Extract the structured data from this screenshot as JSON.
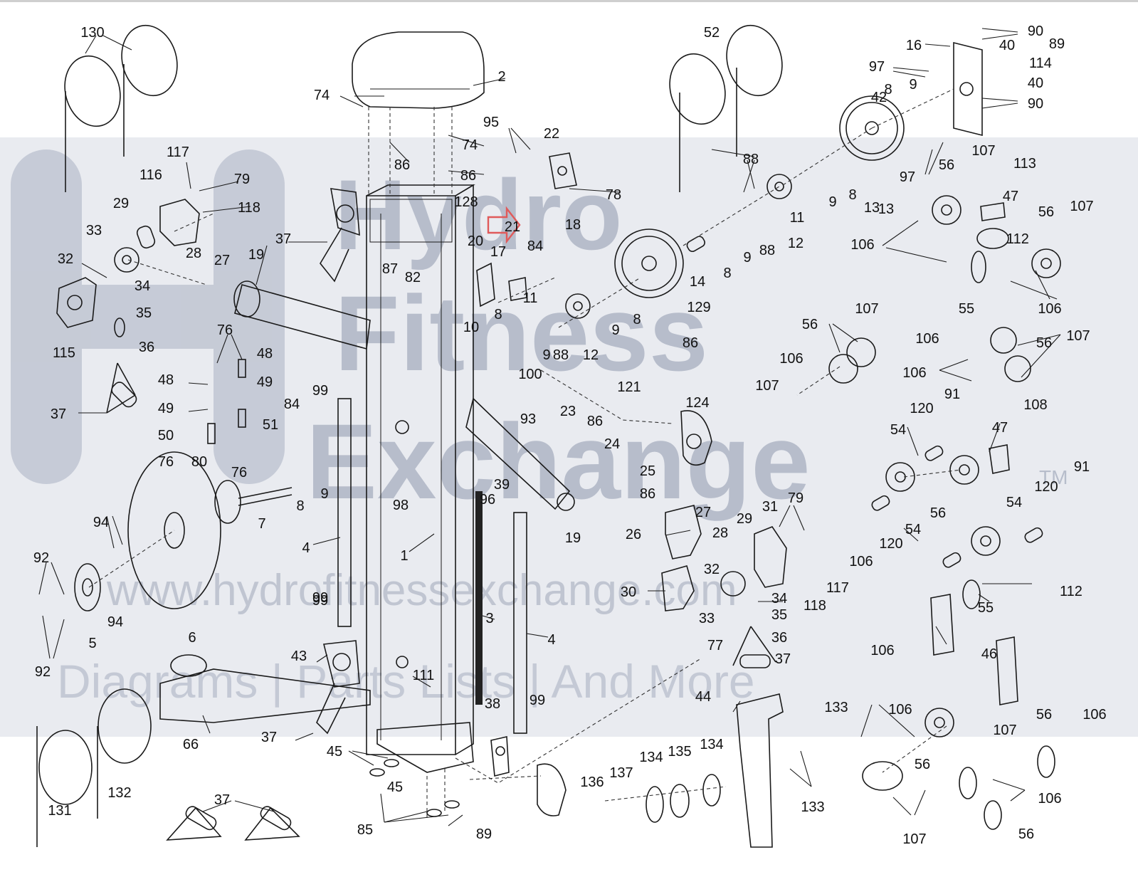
{
  "colors": {
    "line": "#1a1a1a",
    "watermark_band": "#d7dbe4",
    "watermark_text": "#8f98ad",
    "highlight_arrow": "#e05a5a"
  },
  "watermark": {
    "brand_line_1": "Hydro",
    "brand_line_2": "Fitness",
    "brand_line_3": "Exchange",
    "trademark": "TM",
    "url": "www.hydrofitnessexchange.com",
    "tagline": "Diagrams | Parts Lists | And More"
  },
  "highlight": {
    "icon": "right-arrow-outline-icon",
    "target_part": "21"
  },
  "labels": [
    {
      "id": "l1",
      "text": "130"
    },
    {
      "id": "l2",
      "text": "2"
    },
    {
      "id": "l3",
      "text": "74"
    },
    {
      "id": "l4",
      "text": "74"
    },
    {
      "id": "l5",
      "text": "86"
    },
    {
      "id": "l6",
      "text": "86"
    },
    {
      "id": "l7",
      "text": "95"
    },
    {
      "id": "l8",
      "text": "22"
    },
    {
      "id": "l9",
      "text": "78"
    },
    {
      "id": "l10",
      "text": "128"
    },
    {
      "id": "l11",
      "text": "21"
    },
    {
      "id": "l12",
      "text": "18"
    },
    {
      "id": "l13",
      "text": "20"
    },
    {
      "id": "l14",
      "text": "17"
    },
    {
      "id": "l15",
      "text": "84"
    },
    {
      "id": "l16",
      "text": "11"
    },
    {
      "id": "l17",
      "text": "117"
    },
    {
      "id": "l18",
      "text": "116"
    },
    {
      "id": "l19",
      "text": "79"
    },
    {
      "id": "l20",
      "text": "118"
    },
    {
      "id": "l21",
      "text": "29"
    },
    {
      "id": "l22",
      "text": "33"
    },
    {
      "id": "l23",
      "text": "28"
    },
    {
      "id": "l24",
      "text": "27"
    },
    {
      "id": "l25",
      "text": "32"
    },
    {
      "id": "l26",
      "text": "19"
    },
    {
      "id": "l27",
      "text": "37"
    },
    {
      "id": "l28",
      "text": "34"
    },
    {
      "id": "l29",
      "text": "35"
    },
    {
      "id": "l30",
      "text": "36"
    },
    {
      "id": "l31",
      "text": "115"
    },
    {
      "id": "l32",
      "text": "87"
    },
    {
      "id": "l33",
      "text": "82"
    },
    {
      "id": "l34",
      "text": "8"
    },
    {
      "id": "l35",
      "text": "10"
    },
    {
      "id": "l36",
      "text": "9"
    },
    {
      "id": "l37",
      "text": "88"
    },
    {
      "id": "l38",
      "text": "12"
    },
    {
      "id": "l39",
      "text": "76"
    },
    {
      "id": "l40",
      "text": "48"
    },
    {
      "id": "l41",
      "text": "48"
    },
    {
      "id": "l42",
      "text": "49"
    },
    {
      "id": "l43",
      "text": "49"
    },
    {
      "id": "l44",
      "text": "84"
    },
    {
      "id": "l45",
      "text": "51"
    },
    {
      "id": "l46",
      "text": "50"
    },
    {
      "id": "l47",
      "text": "76"
    },
    {
      "id": "l48",
      "text": "80"
    },
    {
      "id": "l49",
      "text": "76"
    },
    {
      "id": "l50",
      "text": "37"
    },
    {
      "id": "l51",
      "text": "99"
    },
    {
      "id": "l52",
      "text": "100"
    },
    {
      "id": "l53",
      "text": "93"
    },
    {
      "id": "l54",
      "text": "23"
    },
    {
      "id": "l55",
      "text": "86"
    },
    {
      "id": "l56",
      "text": "24"
    },
    {
      "id": "l57",
      "text": "25"
    },
    {
      "id": "l58",
      "text": "86"
    },
    {
      "id": "l59",
      "text": "98"
    },
    {
      "id": "l60",
      "text": "39"
    },
    {
      "id": "l61",
      "text": "96"
    },
    {
      "id": "l62",
      "text": "19"
    },
    {
      "id": "l63",
      "text": "8"
    },
    {
      "id": "l64",
      "text": "9"
    },
    {
      "id": "l65",
      "text": "7"
    },
    {
      "id": "l66",
      "text": "94"
    },
    {
      "id": "l67",
      "text": "94"
    },
    {
      "id": "l68",
      "text": "92"
    },
    {
      "id": "l69",
      "text": "92"
    },
    {
      "id": "l70",
      "text": "5"
    },
    {
      "id": "l71",
      "text": "6"
    },
    {
      "id": "l72",
      "text": "4"
    },
    {
      "id": "l73",
      "text": "1"
    },
    {
      "id": "l74",
      "text": "99"
    },
    {
      "id": "l75",
      "text": "3"
    },
    {
      "id": "l76",
      "text": "4"
    },
    {
      "id": "l77",
      "text": "99"
    },
    {
      "id": "l78",
      "text": "43"
    },
    {
      "id": "l79",
      "text": "111"
    },
    {
      "id": "l80",
      "text": "66"
    },
    {
      "id": "l81",
      "text": "37"
    },
    {
      "id": "l82",
      "text": "38"
    },
    {
      "id": "l83",
      "text": "99"
    },
    {
      "id": "l84",
      "text": "45"
    },
    {
      "id": "l85",
      "text": "45"
    },
    {
      "id": "l86",
      "text": "85"
    },
    {
      "id": "l87",
      "text": "89"
    },
    {
      "id": "l88",
      "text": "37"
    },
    {
      "id": "l89",
      "text": "131"
    },
    {
      "id": "l90",
      "text": "132"
    },
    {
      "id": "l91",
      "text": "52"
    },
    {
      "id": "l92",
      "text": "16"
    },
    {
      "id": "l93",
      "text": "90"
    },
    {
      "id": "l94",
      "text": "89"
    },
    {
      "id": "l95",
      "text": "40"
    },
    {
      "id": "l96",
      "text": "97"
    },
    {
      "id": "l97",
      "text": "114"
    },
    {
      "id": "l98",
      "text": "40"
    },
    {
      "id": "l99",
      "text": "42"
    },
    {
      "id": "l100",
      "text": "8"
    },
    {
      "id": "l101",
      "text": "9"
    },
    {
      "id": "l102",
      "text": "90"
    },
    {
      "id": "l103",
      "text": "97"
    },
    {
      "id": "l104",
      "text": "88"
    },
    {
      "id": "l105",
      "text": "11"
    },
    {
      "id": "l106",
      "text": "9"
    },
    {
      "id": "l107",
      "text": "8"
    },
    {
      "id": "l108",
      "text": "13"
    },
    {
      "id": "l109",
      "text": "13"
    },
    {
      "id": "l110",
      "text": "88"
    },
    {
      "id": "l111",
      "text": "12"
    },
    {
      "id": "l112",
      "text": "14"
    },
    {
      "id": "l113",
      "text": "8"
    },
    {
      "id": "l114",
      "text": "9"
    },
    {
      "id": "l115",
      "text": "129"
    },
    {
      "id": "l116",
      "text": "9"
    },
    {
      "id": "l117",
      "text": "8"
    },
    {
      "id": "l118",
      "text": "86"
    },
    {
      "id": "l119",
      "text": "121"
    },
    {
      "id": "l120",
      "text": "124"
    },
    {
      "id": "l121",
      "text": "56"
    },
    {
      "id": "l122",
      "text": "107"
    },
    {
      "id": "l123",
      "text": "113"
    },
    {
      "id": "l124",
      "text": "47"
    },
    {
      "id": "l125",
      "text": "106"
    },
    {
      "id": "l126",
      "text": "56"
    },
    {
      "id": "l127",
      "text": "107"
    },
    {
      "id": "l128",
      "text": "112"
    },
    {
      "id": "l129",
      "text": "55"
    },
    {
      "id": "l130",
      "text": "106"
    },
    {
      "id": "l131",
      "text": "107"
    },
    {
      "id": "l132",
      "text": "56"
    },
    {
      "id": "l133",
      "text": "106"
    },
    {
      "id": "l134",
      "text": "106"
    },
    {
      "id": "l135",
      "text": "107"
    },
    {
      "id": "l136",
      "text": "56"
    },
    {
      "id": "l137",
      "text": "107"
    },
    {
      "id": "l138",
      "text": "106"
    },
    {
      "id": "l139",
      "text": "91"
    },
    {
      "id": "l140",
      "text": "120"
    },
    {
      "id": "l141",
      "text": "108"
    },
    {
      "id": "l142",
      "text": "54"
    },
    {
      "id": "l143",
      "text": "47"
    },
    {
      "id": "l144",
      "text": "56"
    },
    {
      "id": "l145",
      "text": "91"
    },
    {
      "id": "l146",
      "text": "120"
    },
    {
      "id": "l147",
      "text": "54"
    },
    {
      "id": "l148",
      "text": "54"
    },
    {
      "id": "l149",
      "text": "120"
    },
    {
      "id": "l150",
      "text": "106"
    },
    {
      "id": "l151",
      "text": "112"
    },
    {
      "id": "l152",
      "text": "55"
    },
    {
      "id": "l153",
      "text": "106"
    },
    {
      "id": "l154",
      "text": "46"
    },
    {
      "id": "l155",
      "text": "27"
    },
    {
      "id": "l156",
      "text": "29"
    },
    {
      "id": "l157",
      "text": "31"
    },
    {
      "id": "l158",
      "text": "79"
    },
    {
      "id": "l159",
      "text": "26"
    },
    {
      "id": "l160",
      "text": "28"
    },
    {
      "id": "l161",
      "text": "32"
    },
    {
      "id": "l162",
      "text": "30"
    },
    {
      "id": "l163",
      "text": "33"
    },
    {
      "id": "l164",
      "text": "34"
    },
    {
      "id": "l165",
      "text": "35"
    },
    {
      "id": "l166",
      "text": "118"
    },
    {
      "id": "l167",
      "text": "117"
    },
    {
      "id": "l168",
      "text": "77"
    },
    {
      "id": "l169",
      "text": "36"
    },
    {
      "id": "l170",
      "text": "37"
    },
    {
      "id": "l171",
      "text": "44"
    },
    {
      "id": "l172",
      "text": "133"
    },
    {
      "id": "l173",
      "text": "133"
    },
    {
      "id": "l174",
      "text": "134"
    },
    {
      "id": "l175",
      "text": "135"
    },
    {
      "id": "l176",
      "text": "134"
    },
    {
      "id": "l177",
      "text": "136"
    },
    {
      "id": "l178",
      "text": "137"
    },
    {
      "id": "l179",
      "text": "106"
    },
    {
      "id": "l180",
      "text": "56"
    },
    {
      "id": "l181",
      "text": "106"
    },
    {
      "id": "l182",
      "text": "56"
    },
    {
      "id": "l183",
      "text": "107"
    },
    {
      "id": "l184",
      "text": "106"
    },
    {
      "id": "l185",
      "text": "107"
    },
    {
      "id": "l186",
      "text": "56"
    }
  ]
}
